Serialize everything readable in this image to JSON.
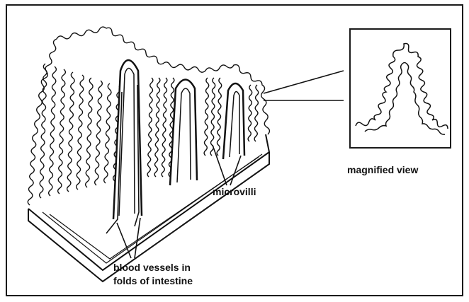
{
  "labels": {
    "microvilli": "microvilli",
    "blood_vessels_line1": "blood vessels in",
    "blood_vessels_line2": "folds of intestine",
    "magnified_view": "magnified view"
  }
}
